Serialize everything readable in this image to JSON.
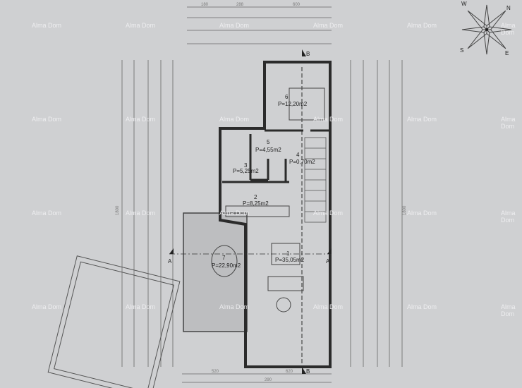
{
  "watermark": "Alma Dom",
  "compass": {
    "n": "N",
    "e": "E",
    "s": "S",
    "w": "W"
  },
  "sections": {
    "a": "A",
    "b": "B"
  },
  "rooms": [
    {
      "num": "6",
      "area": "P=12,20m2"
    },
    {
      "num": "5",
      "area": "P=4,55m2"
    },
    {
      "num": "4",
      "area": "P=0,70m2"
    },
    {
      "num": "3",
      "area": "P=5,25m2"
    },
    {
      "num": "2",
      "area": "P=8,25m2"
    },
    {
      "num": "1",
      "area": "P=35,05m2"
    },
    {
      "num": "7",
      "area": "P=22,90m2"
    }
  ],
  "dimensions": {
    "top": [
      "180",
      "288",
      "600"
    ],
    "bottom": [
      "520",
      "290",
      "620"
    ],
    "left": [
      "1800"
    ],
    "right": [
      "1800"
    ]
  }
}
